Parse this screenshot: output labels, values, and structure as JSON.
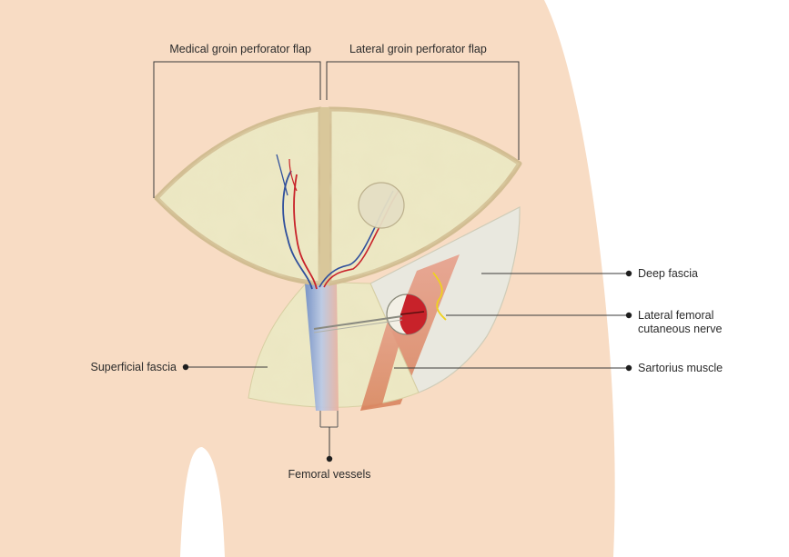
{
  "labels": {
    "medial_flap": "Medical groin perforator flap",
    "lateral_flap": "Lateral groin perforator flap",
    "deep_fascia": "Deep fascia",
    "lateral_nerve_line1": "Lateral femoral",
    "lateral_nerve_line2": "cutaneous nerve",
    "sartorius": "Sartorius muscle",
    "superficial_fascia": "Superficial fascia",
    "femoral_vessels": "Femoral vessels"
  },
  "colors": {
    "skin": "#f8dcc4",
    "fascia_flap": "#ede8c4",
    "flap_edge": "#d2bd92",
    "deep_fascia": "#e9e8df",
    "sartorius": "#e49e86",
    "artery": "#c8222a",
    "vein": "#2f4f9c",
    "nerve": "#f0d21e"
  }
}
